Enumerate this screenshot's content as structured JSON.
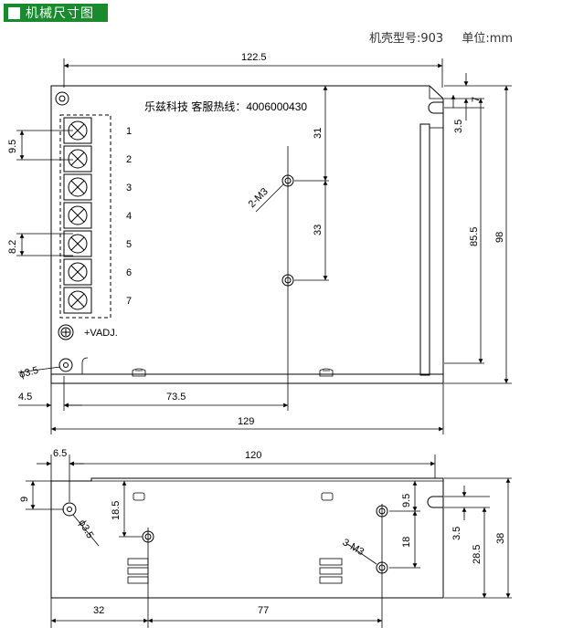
{
  "header": {
    "title": "机械尺寸图"
  },
  "model_info": {
    "model": "机壳型号:903",
    "unit": "单位:mm"
  },
  "company_text": "乐兹科技 客服热线：4006000430",
  "terminals": [
    "1",
    "2",
    "3",
    "4",
    "5",
    "6",
    "7"
  ],
  "vadj_label": "+VADJ.",
  "top_view": {
    "width_top": "122.5",
    "width_total": "129",
    "offset_left": "4.5",
    "hole_offset": "73.5",
    "height_total": "98",
    "height_inner": "85.5",
    "top_gap": "7",
    "slot_dim": "3.5",
    "hole_top": "31",
    "hole_spacing": "33",
    "term_pitch": "9.5",
    "term_pitch2": "8.2",
    "screw_label": "2-M3",
    "phi_label": "ϕ3.5"
  },
  "side_view": {
    "width_top": "120",
    "left_offset": "6.5",
    "left_height": "9",
    "hole_from_top": "18.5",
    "bottom_left": "32",
    "bottom_mid": "77",
    "height_total": "38",
    "height_inner": "28.5",
    "slot_dim": "3.5",
    "right_top": "9.5",
    "right_spacing": "18",
    "screw_label": "3-M3",
    "phi_label": "ϕ3.5"
  }
}
